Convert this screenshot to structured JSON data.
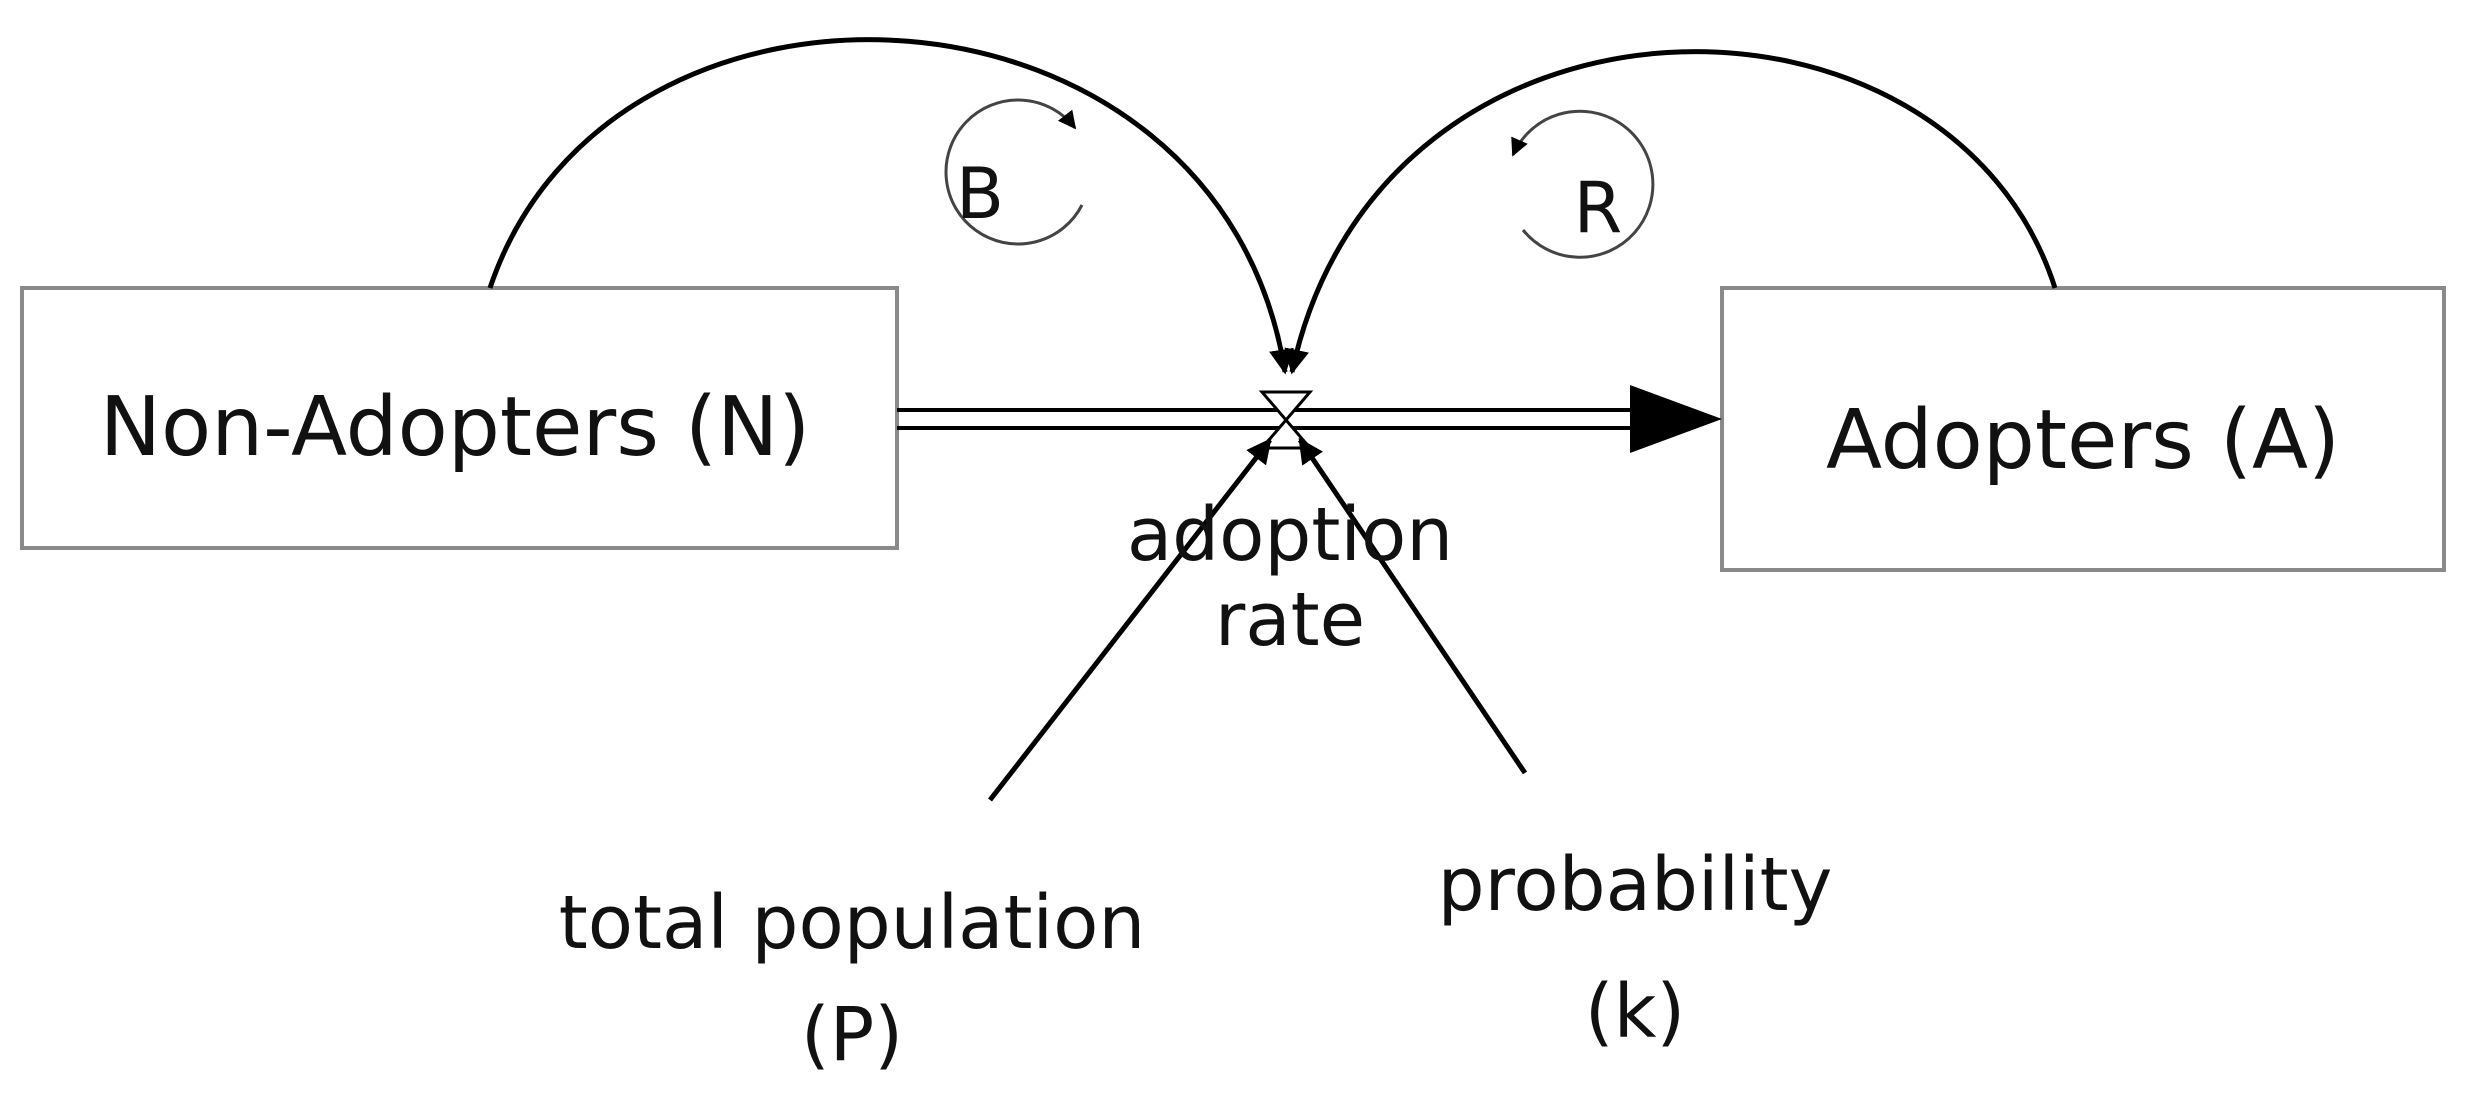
{
  "stocks": {
    "non_adopters": "Non-Adopters (N)",
    "adopters": "Adopters (A)"
  },
  "flow": {
    "line1": "adoption",
    "line2": "rate"
  },
  "auxiliaries": {
    "total_population_line1": "total population",
    "total_population_line2": "(P)",
    "probability_line1": "probability",
    "probability_line2": "(k)"
  },
  "loops": {
    "balancing": "B",
    "reinforcing": "R"
  },
  "colors": {
    "stroke": "#000000",
    "box_border": "#8a8a8a",
    "text": "#111111"
  }
}
